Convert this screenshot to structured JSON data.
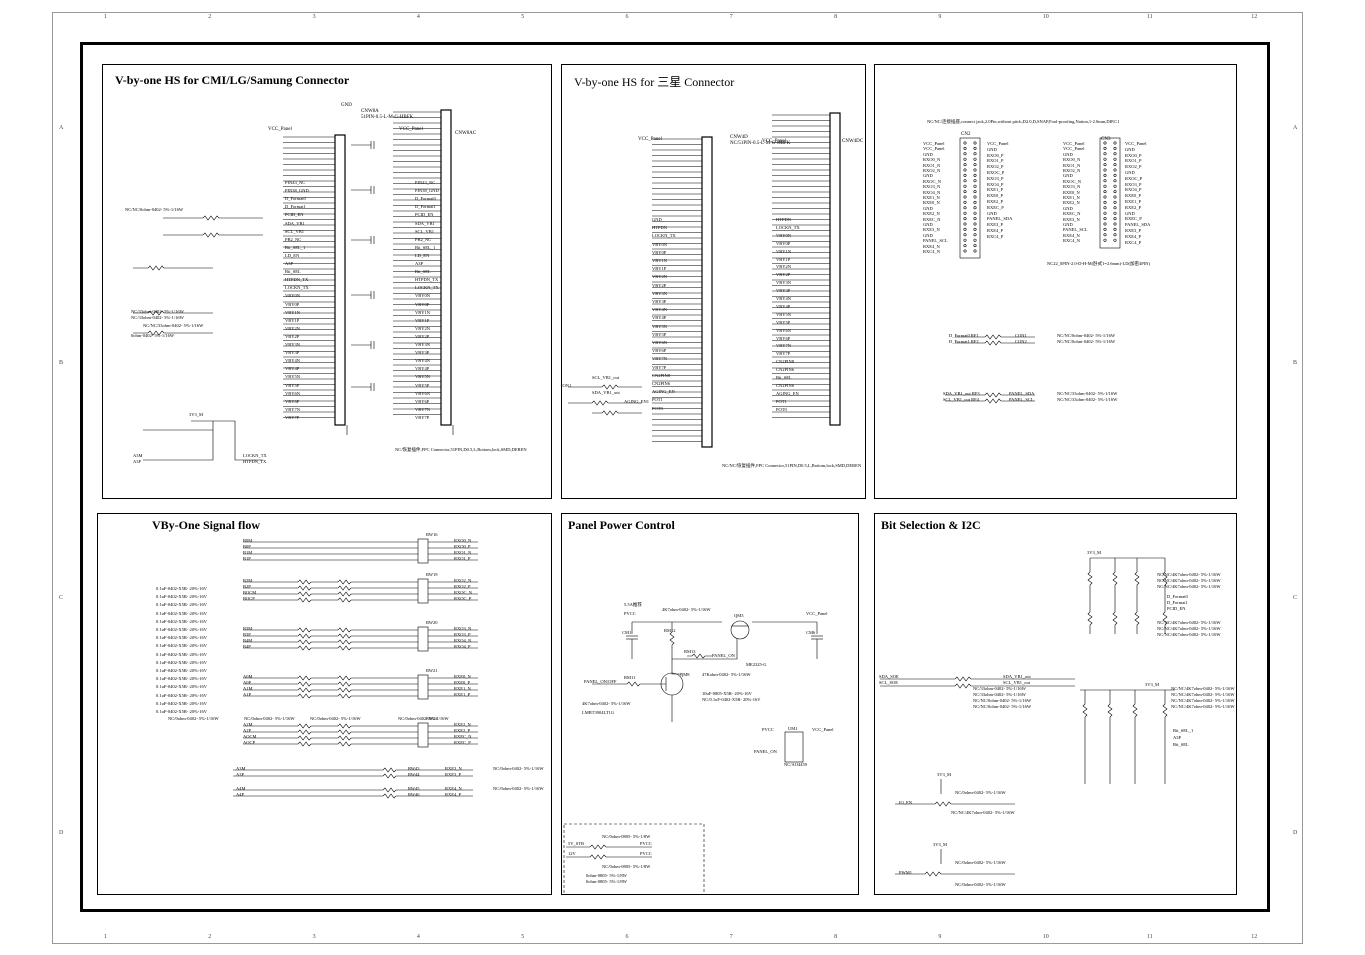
{
  "sheet": {
    "ruler_cols": [
      "1",
      "2",
      "3",
      "4",
      "5",
      "6",
      "7",
      "8",
      "9",
      "10",
      "11",
      "12"
    ],
    "ruler_rows": [
      "A",
      "B",
      "C",
      "D"
    ]
  },
  "panels": {
    "vbyone_cmi": {
      "title": "V-by-one HS for CMI/LG/Samung Connector",
      "conn_ref": "CNW8A",
      "conn_part": "51PIN-0.5-L-M-G-HBFK",
      "conn_ref2": "CNW8AC",
      "vcc": "VCC_Panel",
      "gnd": "GND",
      "footer_note": "NC/恢复插件,FPC Connector,51PIN,D0.5,L,Bottom,lock,SMD,DEREN",
      "signals": [
        "PIN43_NC",
        "PIN38_GND",
        "D_Format0",
        "D_Format1",
        "PCID_EN",
        "SDA_VB1",
        "SCL_VB1",
        "PB2_NC",
        "Bit_SEL_1",
        "LD_EN",
        "A3P",
        "Bit_SEL",
        "HTPDN_TX",
        "LOCKN_TX",
        "VBY0N",
        "VBY0P",
        "VBY1N",
        "VBY1P",
        "VBY2N",
        "VBY2P",
        "VBY3N",
        "VBY3P",
        "VBY4N",
        "VBY4P",
        "VBY5N",
        "VBY5P",
        "VBY6N",
        "VBY6P",
        "VBY7N",
        "VBY7P"
      ],
      "notes": [
        "NC/NC/0ohm-0402- 5%-1/16W",
        "NC/33ohm-0402- 5%-1/16W",
        "NC/33ohm-0402- 5%-1/16W",
        "NC/NC/33ohm-0402- 5%-1/16W",
        "0ohm-0402- 5%-1/16W"
      ],
      "bottom_nets": [
        "3V3_M",
        "A3M",
        "A3P",
        "LOCKN_TX",
        "HTPDN_TX"
      ]
    },
    "vbyone_samsung": {
      "title": "V-by-one HS for 三星 Connector",
      "conn_ref": "CNW4D",
      "conn_part": "NC/51PIN-0.5-L-M-G-HBFK",
      "conn_ref2": "CNW4DC",
      "vcc": "VCC_Panel",
      "left_signals": [
        "GND",
        "HTPDN",
        "LOCKN_TX",
        "VBY0N",
        "VBY0P",
        "VBY1N",
        "VBY1P",
        "VBY2N",
        "VBY2P",
        "VBY3N",
        "VBY3P",
        "VBY4N",
        "VBY4P",
        "VBY5N",
        "VBY5P",
        "VBY6N",
        "VBY6P",
        "VBY7N",
        "VBY7P",
        "CN2PIN8",
        "CN2PIN6",
        "AGING_EN",
        "POT1",
        "POT0"
      ],
      "right_signals": [
        "HTPDN",
        "LOCKN_TX",
        "VBY0N",
        "VBY0P",
        "VBY1N",
        "VBY1P",
        "VBY2N",
        "VBY2P",
        "VBY3N",
        "VBY3P",
        "VBY4N",
        "VBY4P",
        "VBY5N",
        "VBY5P",
        "VBY6N",
        "VBY6P",
        "VBY7N",
        "VBY7P",
        "CN2PIN8",
        "CN2PIN6",
        "Bit_SEL",
        "CN2PIN6",
        "AGING_EN",
        "POT1",
        "POT0"
      ],
      "side_nets": [
        "B_INT_SCON1",
        "SCL_VB1_out",
        "SDA_VB1_out",
        "AGING_EN1"
      ],
      "footer_note": "NC/NC/恢复插件,FPC Connector,51PIN,D0.5,L,Bottom,lock,SMD,DEREN"
    },
    "lvds_conn": {
      "header_note": "NC/NC/连接插座,connect jack,2.0Pin,without pitch,D2.0,D,SNAP,Fool-proofing,Nation,1-2.0mm,DIP,C1",
      "left_ref": "CN2",
      "right_ref": "CN3",
      "left_pins": [
        "VCC_Panel",
        "VCC_Panel",
        "GND",
        "RXO0_N",
        "RXO1_N",
        "RXO2_N",
        "GND",
        "RXOC_N",
        "RXO3_N",
        "RXO4_N",
        "RXE1_N",
        "RXE0_N",
        "GND",
        "RXE2_N",
        "RXEC_N",
        "GND",
        "RXE3_N",
        "GND",
        "PANEL_SCL",
        "RXE4_N",
        "RXC4_N"
      ],
      "left_pins_r": [
        "VCC_Panel",
        "GND",
        "RXO0_P",
        "RXO1_P",
        "RXO2_P",
        "RXOC_P",
        "RXO3_P",
        "RXO4_P",
        "RXE1_P",
        "RXE0_P",
        "RXE2_P",
        "RXEC_P",
        "GND",
        "PANEL_SDA",
        "RXE3_P",
        "RXE4_P",
        "RXC4_P"
      ],
      "right_pins": [
        "VCC_Panel",
        "VCC_Panel",
        "GND",
        "RXO0_N",
        "RXO1_N",
        "RXO2_N",
        "GND",
        "RXOC_N",
        "RXO3_N",
        "RXE0_N",
        "RXE1_N",
        "RXE2_N",
        "GND",
        "RXEC_N",
        "RXE3_N",
        "GND",
        "PANEL_SCL",
        "RXE4_N",
        "RXC4_N"
      ],
      "right_pins_r": [
        "VCC_Panel",
        "GND",
        "RXO0_P",
        "RXO1_P",
        "RXO2_P",
        "GND",
        "RXOC_P",
        "RXO3_P",
        "RXO4_P",
        "RXE0_P",
        "RXE1_P",
        "RXE2_P",
        "GND",
        "RXEC_P",
        "PANEL_SDA",
        "RXE3_P",
        "RXE4_P",
        "RXC4_P"
      ],
      "footer_note": "NC22_0PIN-2.0-D-H-M(卧式1=2.6mm)-LD(加密4PIN)",
      "r_nets": [
        "D_Format0 RF1",
        "D_Format1 RF2",
        "CON1",
        "CON2",
        "SDA_VB1_out RF3",
        "SCL_VB1_out RF4",
        "PANEL_SDA",
        "PANEL_SCL"
      ],
      "r_notes": [
        "NC/NC/0ohm-0402- 5%-1/16W",
        "NC/NC/0ohm-0402- 5%-1/16W",
        "NC/NC/33ohm-0402- 5%-1/16W",
        "NC/NC/33ohm-0402- 5%-1/16W"
      ]
    },
    "signal_flow": {
      "title": "VBy-One Signal flow",
      "groups": [
        {
          "l": [
            "B0M",
            "B0P",
            "B1M",
            "B1P"
          ],
          "r": [
            "RXO0_N",
            "RXO0_P",
            "RXO1_N",
            "RXO1_P"
          ],
          "rn": "RW16"
        },
        {
          "l": [
            "B2M",
            "B2P",
            "BOCM",
            "BOCP"
          ],
          "r": [
            "RXO2_N",
            "RXO2_P",
            "RXOC_N",
            "RXOC_P"
          ],
          "rn": "RW19"
        },
        {
          "l": [
            "B3M",
            "B3P",
            "B4M",
            "B4P"
          ],
          "r": [
            "RXO3_N",
            "RXO3_P",
            "RXO4_N",
            "RXO4_P"
          ],
          "rn": "RW20"
        },
        {
          "l": [
            "A0M",
            "A0P",
            "A1M",
            "A1P"
          ],
          "r": [
            "RXE0_N",
            "RXE0_P",
            "RXE1_N",
            "RXE1_P"
          ],
          "rn": "RW21"
        },
        {
          "l": [
            "A2M",
            "A2P",
            "AOCM",
            "AOCP"
          ],
          "r": [
            "RXE2_N",
            "RXE2_P",
            "RXEC_N",
            "RXEC_P"
          ],
          "rn": "RW22"
        }
      ],
      "cap_note": "0.1uF-0402-X5R- 20%-16V",
      "bottom_rows": [
        {
          "l": "A3M",
          "rn": "RW43",
          "r": "RXE3_N"
        },
        {
          "l": "A3P",
          "rn": "RW44",
          "r": "RXE3_P"
        },
        {
          "l": "A4M",
          "rn": "RW45",
          "r": "RXE4_N"
        },
        {
          "l": "A4P",
          "rn": "RW46",
          "r": "RXE4_P"
        }
      ],
      "bottom_note": "NC/0ohm-0402- 5%-1/16W",
      "resistor_notes": [
        "NC/0ohm-0402- 5%-1/16W",
        "NC/0ohm-0402- 5%-1/16W",
        "NC/0ohm-0402- 5%-1/16W",
        "NC/0ohm-0402- 5%-1/16W"
      ]
    },
    "power_control": {
      "title": "Panel Power Control",
      "label_55": "5.5A推荐",
      "pvcc": "PVCC",
      "vcc_panel": "VCC_Panel",
      "q_label": "QM3",
      "q_part": "ME2325-G",
      "r1": "4K7ohm-0402- 5%-1/16W",
      "r2": "47Kohm-0402- 5%-1/16W",
      "panel_on": "PANEL_ON",
      "panel_onoff": "PANEL_ON/OFF",
      "rm11": "RM11",
      "rm12": "RM12",
      "rm13": "RM13",
      "qm8": "QM8",
      "r3": "4K7ohm-0402- 5%-1/16W",
      "transistor": "LMBT3904LT1G",
      "cap1": "10uF-0805-X5R- 20%-16V",
      "cap2": "NC/0.1uF-0402-X5R- 20%-16V",
      "cm1": "CM1",
      "cm6": "CM6",
      "um1": "UM1",
      "um_part": "NC/AO4459",
      "um_left": [
        "PVCC",
        "PANEL_ON"
      ],
      "um_right": "VCC_Panel",
      "bottom": {
        "rows": [
          {
            "l": "5V_STB",
            "r": "PVCC"
          },
          {
            "l": "12V",
            "r": "PVCC"
          }
        ],
        "notes": [
          "NC/0ohm-0805- 5%-1/8W",
          "NC/0ohm-0805- 5%-1/8W",
          "0ohm-0805- 5%-1/8W",
          "0ohm-0805- 5%-1/8W"
        ]
      }
    },
    "bit_selection": {
      "title": "Bit Selection & I2C",
      "rail": "3V3_M",
      "top_nets": [
        "D_Format0",
        "D_Format1",
        "PCID_EN"
      ],
      "top_notes": [
        "NC/NC/4K7ohm-0402- 5%-1/16W",
        "NC/NC/4K7ohm-0402- 5%-1/16W",
        "NC/NC/4K7ohm-0402- 5%-1/16W"
      ],
      "mid_notes": [
        "NC/NC/4K7ohm-0402- 5%-1/16W",
        "NC/NC/4K7ohm-0402- 5%-1/16W",
        "NC/NC/4K7ohm-0402- 5%-1/16W"
      ],
      "i2c_nets": [
        "SDA_SOE",
        "SCL_SOE",
        "SDA_VB1_out",
        "SCL_VB1_out"
      ],
      "i2c_notes": [
        "NC/33ohm-0402- 5%-1/16W",
        "NC/33ohm-0402- 5%-1/16W",
        "NC/NC/0ohm-0402- 5%-1/16W",
        "NC/NC/0ohm-0402- 5%-1/16W"
      ],
      "right_nets": [
        "Bit_SEL_1",
        "A3P",
        "Bit_SEL"
      ],
      "right_notes": [
        "NC/NC/4K7ohm-0402- 5%-1/16W",
        "NC/NC/4K7ohm-0402- 5%-1/16W",
        "NC/NC/4K7ohm-0402- 5%-1/16W",
        "NC/NC/4K7ohm-0402- 5%-1/16W"
      ],
      "io_en": "IO_EN",
      "pwm": "PWM1",
      "bottom_notes": [
        "NC/0ohm-0402- 5%-1/16W",
        "NC/NC/4K7ohm-0402- 5%-1/16W",
        "NC/0ohm-0402- 5%-1/16W",
        "NC/0ohm-0402- 5%-1/16W"
      ]
    }
  }
}
